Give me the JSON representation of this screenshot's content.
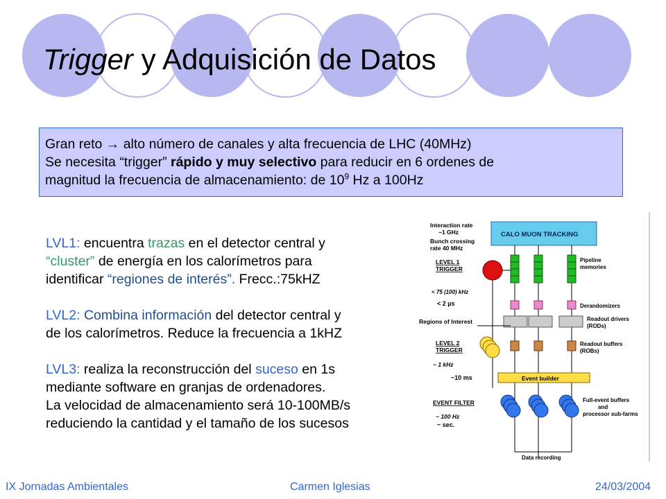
{
  "title": {
    "italic": "Trigger",
    "rest": " y Adquisición de Datos"
  },
  "box": {
    "line1_a": "Gran reto ",
    "arrow": "→",
    "line1_b": " alto número de canales y alta frecuencia de LHC (40MHz)",
    "line2_a": "Se necesita “trigger” ",
    "line2_bold": "rápido y muy selectivo",
    "line2_b": " para reducir en 6 ordenes de",
    "line3_a": "magnitud la frecuencia de almacenamiento: de 10",
    "line3_sup": "9",
    "line3_b": " Hz a 100Hz"
  },
  "lvl1": {
    "label": "LVL1:",
    "t1": " encuentra ",
    "trazas": "trazas",
    "t2": " en el detector central y",
    "cluster": "“cluster”",
    "t3": " de energía en los calorímetros para",
    "t4": "identificar ",
    "regiones": "“regiones de interés”.",
    "t5": "  Frecc.:75kHZ"
  },
  "lvl2": {
    "label": "LVL2:",
    "space": " ",
    "combina": "Combina información",
    "t1": " del detector central y",
    "t2": "de los calorímetros. Reduce la frecuencia a 1kHZ"
  },
  "lvl3": {
    "label": "LVL3:",
    "t1": " realiza la reconstrucción del ",
    "suceso": "suceso",
    "t2": " en 1s",
    "t3": "mediante software en granjas de ordenadores.",
    "t4": "La velocidad de almacenamiento será 10-100MB/s",
    "t5": "reduciendo la cantidad y el tamaño de los sucesos"
  },
  "footer": {
    "left": "IX Jornadas Ambientales",
    "center": "Carmen Iglesias",
    "right": "24/03/2004"
  },
  "diagram": {
    "interaction_rate": "Interaction rate",
    "ghz": "~1 GHz",
    "bunch": "Bunch crossing",
    "rate40": "rate 40 MHz",
    "level1": "LEVEL 1",
    "trigger": "TRIGGER",
    "khz75": "< 75 (100) kHz",
    "us2": "< 2  µs",
    "roi": "Regions of Interest",
    "level2": "LEVEL 2",
    "trigger2": "TRIGGER",
    "khz1": "~ 1 kHz",
    "ms10": "~10 ms",
    "event_filter": "EVENT FILTER",
    "hz100": "~ 100 Hz",
    "sec": "~ sec.",
    "header": "CALO   MUON  TRACKING",
    "pipeline1": "Pipeline",
    "pipeline2": "memories",
    "derand": "Derandomizers",
    "rod1": "Readout drivers",
    "rod2": "(RODs)",
    "rob1": "Readout buffers",
    "rob2": "(ROBs)",
    "event_builder": "Event builder",
    "feb1": "Full-event buffers",
    "feb2": "and",
    "feb3": "processor sub-farms",
    "data_recording": "Data recording"
  },
  "colors": {
    "circle_fill": "#b8b8f0",
    "box_fill": "#ccccff",
    "box_border": "#3366cc",
    "accent_blue": "#3366cc",
    "accent_green": "#339966",
    "header_cyan": "#66ccee",
    "pipeline_green": "#22bb22",
    "derand_pink": "#ee88cc",
    "rob_brown": "#cc8844",
    "builder_yellow": "#ffdd44",
    "farm_blue": "#3377ee",
    "lvl1_red": "#dd1111"
  }
}
